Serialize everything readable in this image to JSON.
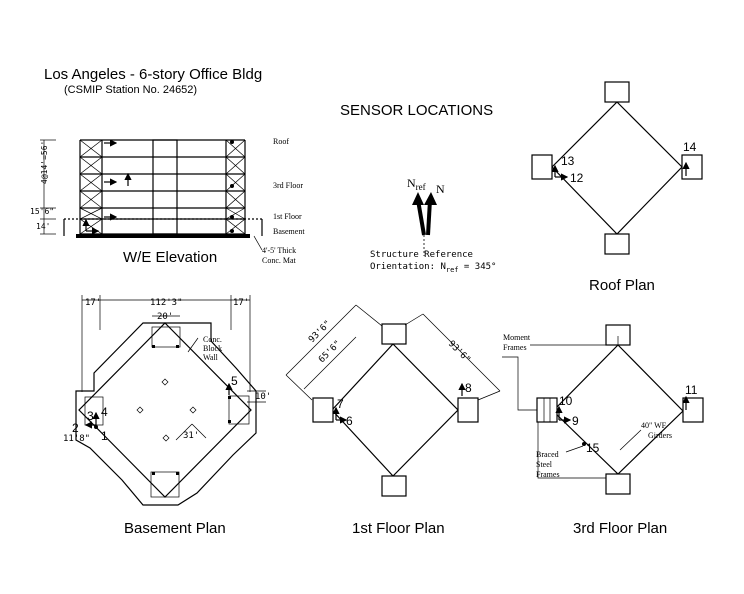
{
  "header": {
    "title": "Los Angeles - 6-story Office Bldg",
    "station": "(CSMIP Station No. 24652)",
    "sensor_heading": "SENSOR LOCATIONS"
  },
  "elevation": {
    "caption": "W/E Elevation",
    "roof": "Roof",
    "third_floor": "3rd Floor",
    "first_floor": "1st Floor",
    "basement": "Basement",
    "story_height": "4@14'=56'",
    "first_story_height": "15'6\"",
    "basement_height": "14'",
    "mat_note": "4'-5' Thick",
    "mat_note2": "Conc. Mat"
  },
  "reference": {
    "n_ref": "N",
    "n_ref_sub": "ref",
    "north": "N",
    "line1": "Structure Reference",
    "line2a": "Orientation: N",
    "line2_sub": "ref",
    "line2b": " = 345°"
  },
  "roof_plan": {
    "caption": "Roof Plan",
    "s12": "12",
    "s13": "13",
    "s14": "14"
  },
  "basement_plan": {
    "caption": "Basement Plan",
    "dim_left": "17'",
    "dim_mid": "112'3\"",
    "dim_right": "17'",
    "dim_20": "20'",
    "dim_10": "10'",
    "dim_31": "31'",
    "dim_118": "11'8\"",
    "wall1": "Conc.",
    "wall2": "Block",
    "wall3": "Wall",
    "s1": "1",
    "s2": "2",
    "s3": "3",
    "s4": "4",
    "s5": "5"
  },
  "first_plan": {
    "caption": "1st Floor Plan",
    "dim_a": "93'6\"",
    "dim_b": "65'6\"",
    "dim_c": "93'6\"",
    "s6": "6",
    "s7": "7",
    "s8": "8"
  },
  "third_plan": {
    "caption": "3rd Floor Plan",
    "moment1": "Moment",
    "moment2": "Frames",
    "braced1": "Braced",
    "braced2": "Steel",
    "braced3": "Frames",
    "girder1": "40\" WF",
    "girder2": "Girders",
    "s9": "9",
    "s10": "10",
    "s11": "11",
    "s15": "15"
  }
}
